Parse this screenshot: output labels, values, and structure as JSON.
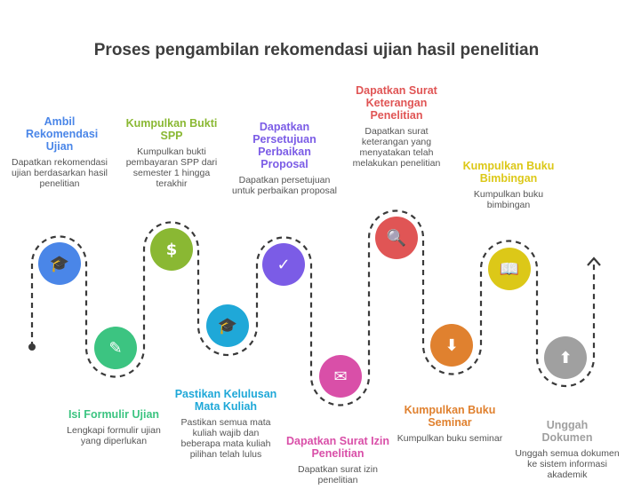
{
  "title": "Proses pengambilan rekomendasi ujian hasil penelitian",
  "steps": [
    {
      "title": "Ambil Rekomendasi Ujian",
      "desc": "Dapatkan rekomendasi ujian berdasarkan hasil penelitian",
      "color": "#4a86e8",
      "icon": "document-graduate-icon"
    },
    {
      "title": "Isi Formulir Ujian",
      "desc": "Lengkapi formulir ujian yang diperlukan",
      "color": "#3cc481",
      "icon": "form-edit-icon"
    },
    {
      "title": "Kumpulkan Bukti SPP",
      "desc": "Kumpulkan bukti pembayaran SPP dari semester 1 hingga terakhir",
      "color": "#8ab833",
      "icon": "receipt-eye-icon"
    },
    {
      "title": "Pastikan Kelulusan Mata Kuliah",
      "desc": "Pastikan semua mata kuliah wajib dan beberapa mata kuliah pilihan telah lulus",
      "color": "#1fa8d8",
      "icon": "browser-graduate-icon"
    },
    {
      "title": "Dapatkan Persetujuan Perbaikan Proposal",
      "desc": "Dapatkan persetujuan untuk perbaikan proposal",
      "color": "#7b5ce6",
      "icon": "approval-check-icon"
    },
    {
      "title": "Dapatkan Surat Izin Penelitian",
      "desc": "Dapatkan surat izin penelitian",
      "color": "#d94fa8",
      "icon": "stamp-document-icon"
    },
    {
      "title": "Dapatkan Surat Keterangan Penelitian",
      "desc": "Dapatkan surat keterangan yang menyatakan telah melakukan penelitian",
      "color": "#e05555",
      "icon": "monitor-search-icon"
    },
    {
      "title": "Kumpulkan Buku Seminar",
      "desc": "Kumpulkan buku seminar",
      "color": "#e0812f",
      "icon": "book-download-icon"
    },
    {
      "title": "Kumpulkan Buku Bimbingan",
      "desc": "Kumpulkan buku bimbingan",
      "color": "#dcc818",
      "icon": "book-hand-icon"
    },
    {
      "title": "Unggah Dokumen",
      "desc": "Unggah semua dokumen ke sistem informasi akademik",
      "color": "#a0a0a0",
      "icon": "document-upload-icon"
    }
  ]
}
